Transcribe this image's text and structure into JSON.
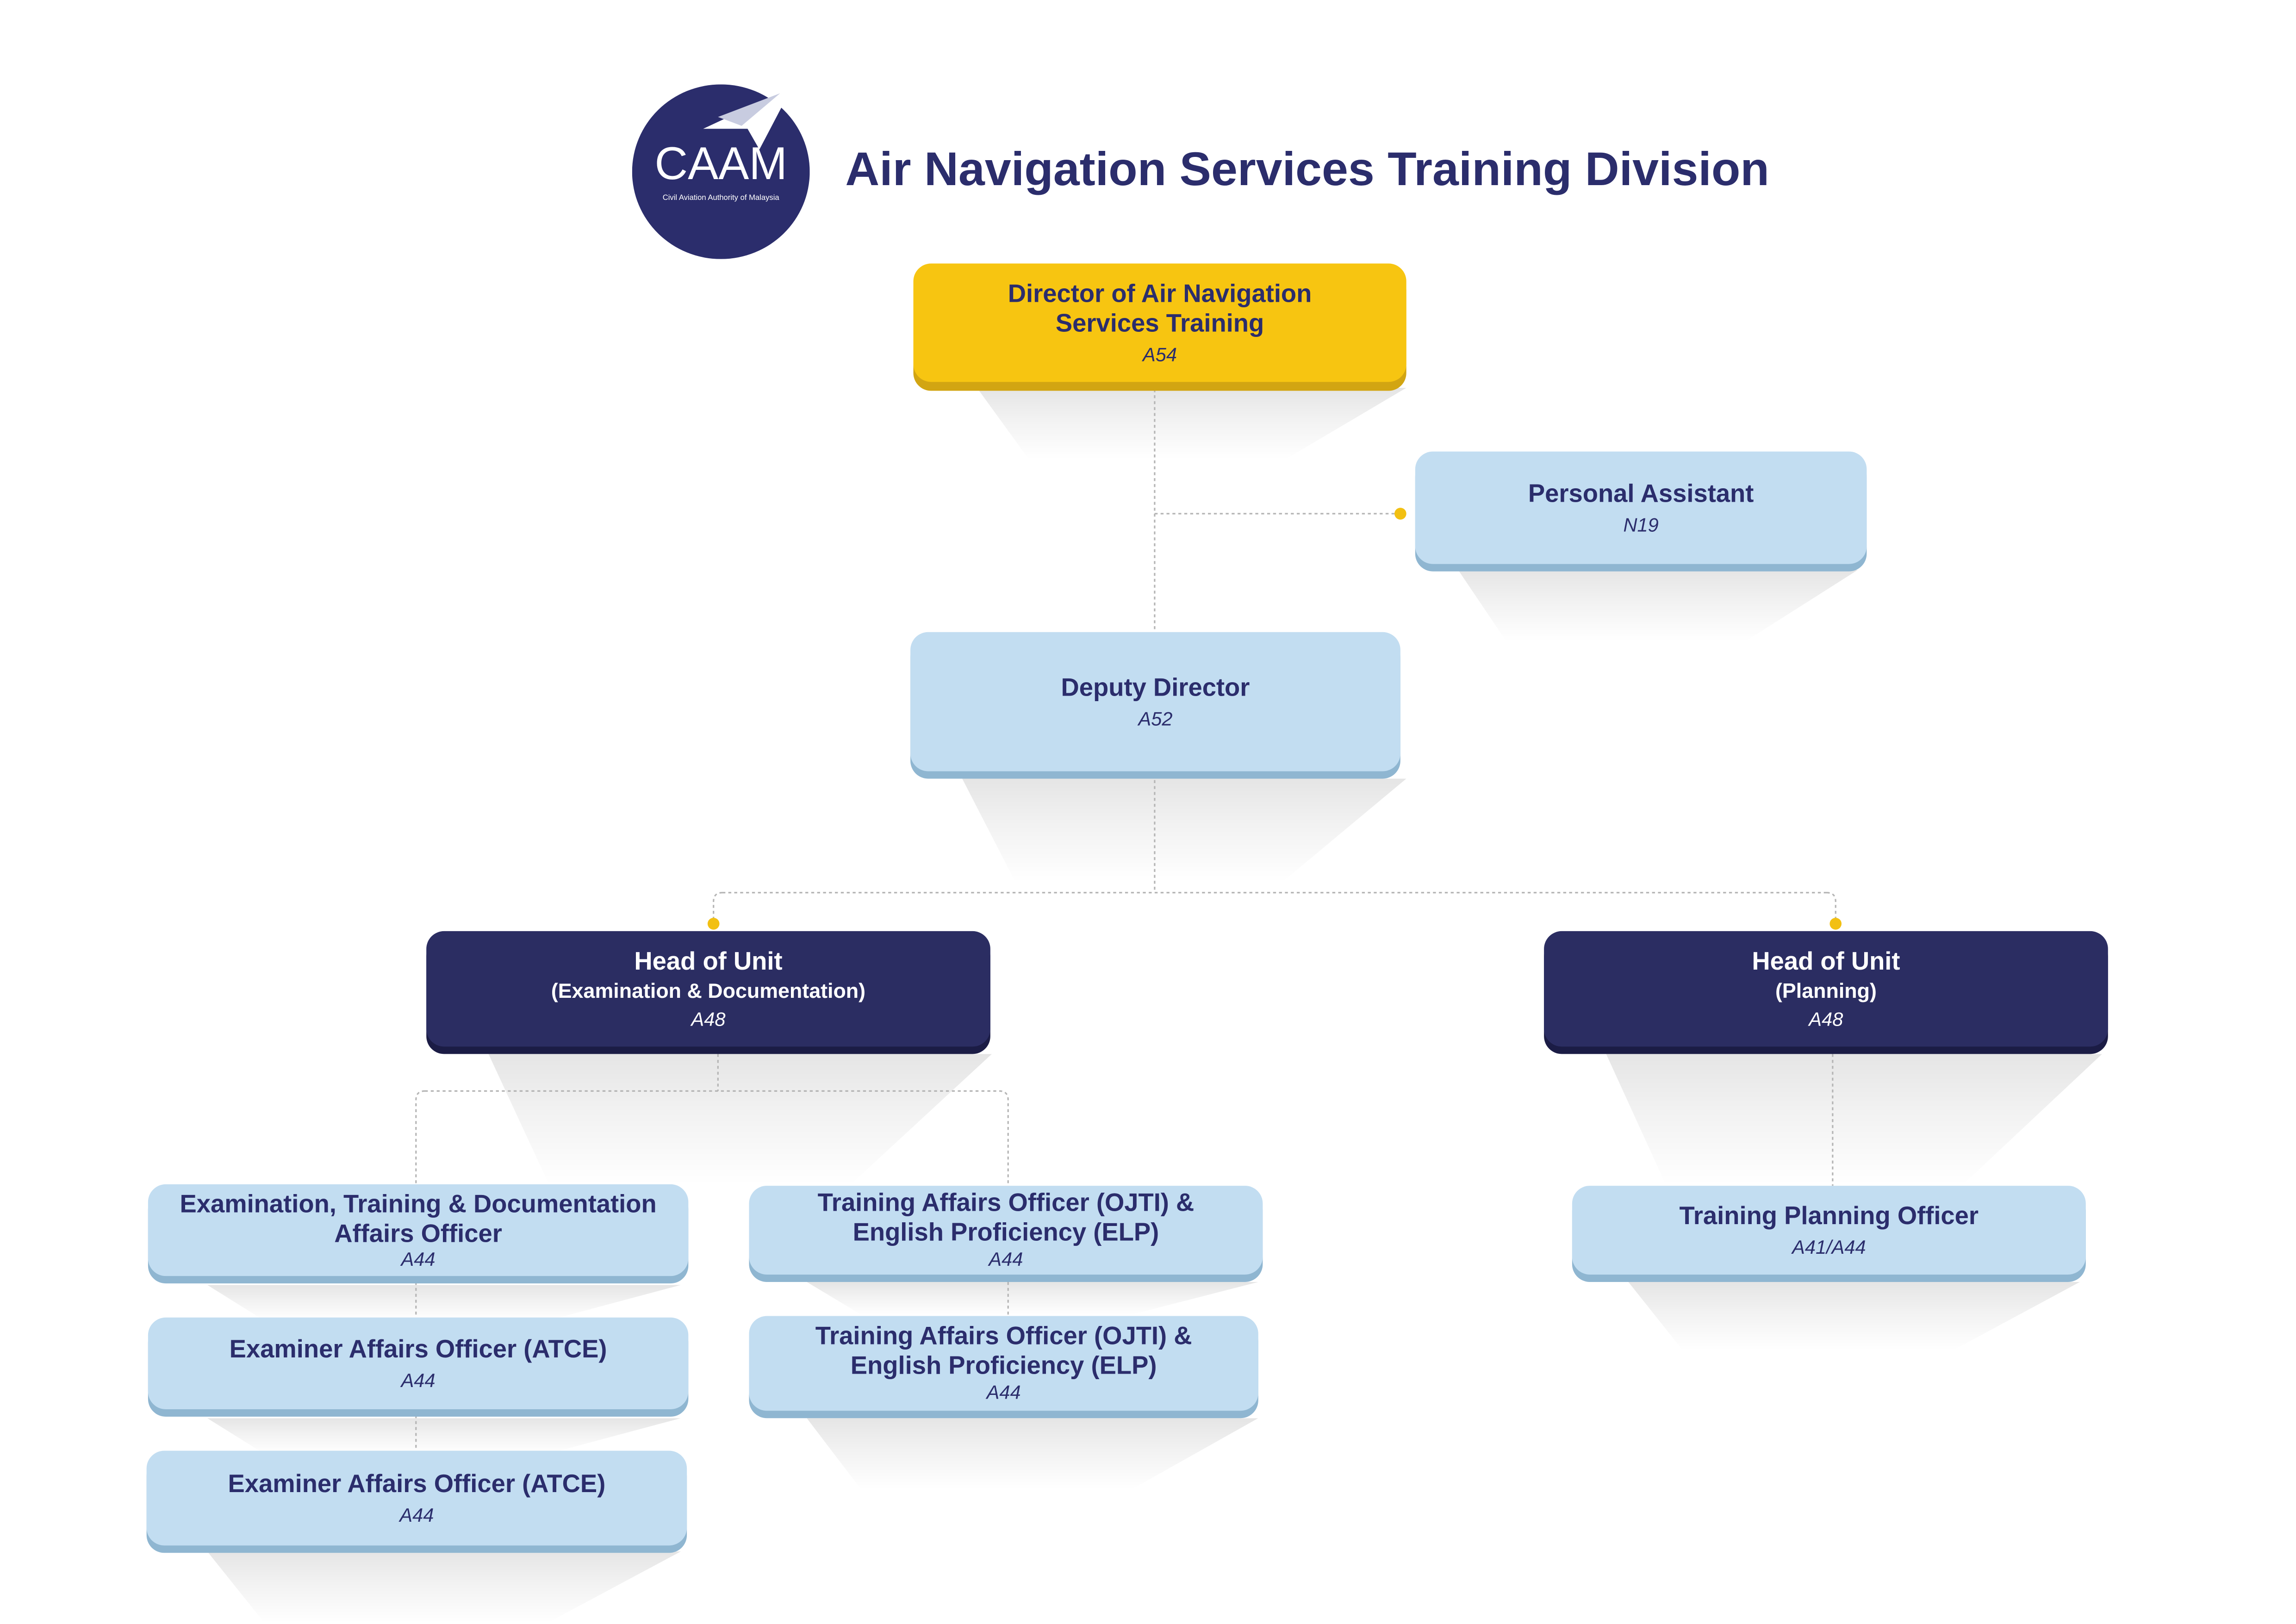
{
  "page": {
    "title": "Air Navigation Services Training Division"
  },
  "logo": {
    "text": "CAAM",
    "subtext": "Civil Aviation Authority of Malaysia",
    "color": "#2b2d6c"
  },
  "colors": {
    "gold": "#f7c511",
    "light_blue": "#c2ddf1",
    "navy": "#2b2d62",
    "connector": "#b5b5b5",
    "dot": "#f2c012"
  },
  "positions": {
    "director": {
      "title": "Director of Air Navigation\nServices Training",
      "grade": "A54"
    },
    "assistant": {
      "title": "Personal Assistant",
      "grade": "N19"
    },
    "deputy": {
      "title": "Deputy Director",
      "grade": "A52"
    },
    "head_exam": {
      "title": "Head of Unit",
      "subtitle": "(Examination & Documentation)",
      "grade": "A48"
    },
    "head_plan": {
      "title": "Head of Unit",
      "subtitle": "(Planning)",
      "grade": "A48"
    },
    "etd_officer": {
      "title": "Examination, Training & Documentation\nAffairs Officer",
      "grade": "A44"
    },
    "examiner_1": {
      "title": "Examiner Affairs Officer (ATCE)",
      "grade": "A44"
    },
    "examiner_2": {
      "title": "Examiner Affairs Officer (ATCE)",
      "grade": "A44"
    },
    "ojti_1": {
      "title": "Training Affairs Officer (OJTI) &\nEnglish Proficiency (ELP)",
      "grade": "A44"
    },
    "ojti_2": {
      "title": "Training Affairs Officer (OJTI) &\nEnglish Proficiency (ELP)",
      "grade": "A44"
    },
    "planning_officer": {
      "title": "Training Planning Officer",
      "grade": "A41/A44"
    }
  }
}
